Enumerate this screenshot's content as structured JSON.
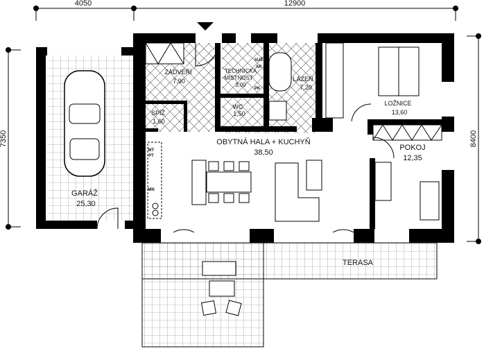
{
  "dimensions": {
    "top_left": "4050",
    "top_right": "12900",
    "left": "7350",
    "right": "8400"
  },
  "rooms": {
    "zadveri": {
      "name": "ZÁDVEŘÍ",
      "area": "7,90"
    },
    "technicka": {
      "name1": "TECHNICKÁ",
      "name2": "MÍSTNOST",
      "area": "3,00"
    },
    "lazen": {
      "name": "LÁZEŇ",
      "area": "7,20"
    },
    "wc": {
      "name": "WC",
      "area": "1,50"
    },
    "spiz": {
      "name": "SPÍŽ",
      "area": "1,60"
    },
    "loznice": {
      "name": "LOŽNICE",
      "area": "13,60"
    },
    "hala": {
      "name": "OBYTNÁ HALA + KUCHYŇ",
      "area": "38,50"
    },
    "pokoj": {
      "name": "POKOJ",
      "area": "12,35"
    },
    "garaz": {
      "name": "GARÁŽ",
      "area": "25,30"
    },
    "terasa": {
      "name": "TERASA"
    }
  },
  "appliance_labels": {
    "sus": "SUŠ",
    "ap": "AP",
    "pk": "PK",
    "mt": "MT",
    "pt": "PT",
    "mn": "MN"
  },
  "colors": {
    "wall": "#000000",
    "background": "#ffffff"
  }
}
